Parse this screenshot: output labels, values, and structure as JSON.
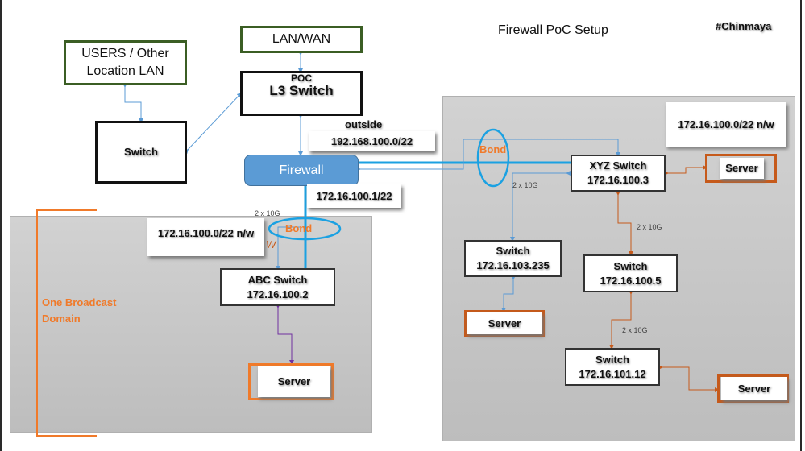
{
  "title": "Firewall  PoC Setup",
  "author_tag": "#Chinmaya",
  "nodes": {
    "users_lan": {
      "line1": "USERS / Other",
      "line2": "Location LAN"
    },
    "lan_wan": {
      "label": "LAN/WAN"
    },
    "l3_switch": {
      "top": "POC",
      "label": "L3 Switch"
    },
    "access_switch": {
      "label": "Switch"
    },
    "firewall": {
      "label": "Firewall"
    },
    "abc_switch": {
      "name": "ABC Switch",
      "ip": "172.16.100.2"
    },
    "abc_server": {
      "label": "Server"
    },
    "xyz_switch": {
      "name": "XYZ Switch",
      "ip": "172.16.100.3"
    },
    "xyz_server": {
      "label": "Server"
    },
    "switch_235": {
      "name": "Switch",
      "ip": "172.16.103.235"
    },
    "server_235": {
      "label": "Server"
    },
    "switch_5": {
      "name": "Switch",
      "ip": "172.16.100.5"
    },
    "switch_12": {
      "name": "Switch",
      "ip": "172.16.101.12"
    },
    "server_12": {
      "label": "Server"
    }
  },
  "labels": {
    "outside": "outside",
    "outside_net": "192.168.100.0/22",
    "inside_ip": "172.16.100.1/22",
    "left_network": "172.16.100.0/22 n/w",
    "right_network": "172.16.100.0/22 n/w",
    "bond_left": "Bond",
    "bond_right": "Bond",
    "speed_abc": "2 x 10G",
    "speed_xyz_235": "2 x 10G",
    "speed_xyz_5": "2 x 10G",
    "speed_5_12": "2 x 10G",
    "stray_w": "W",
    "broadcast_line1": "One Broadcast",
    "broadcast_line2": "Domain"
  },
  "colors": {
    "link_blue": "#5b9bd5",
    "bond_blue": "#1ba1e2",
    "orange": "#f07a2a",
    "dark_orange": "#c65a1b",
    "purple": "#7030a0",
    "green_border": "#3b5e24"
  }
}
